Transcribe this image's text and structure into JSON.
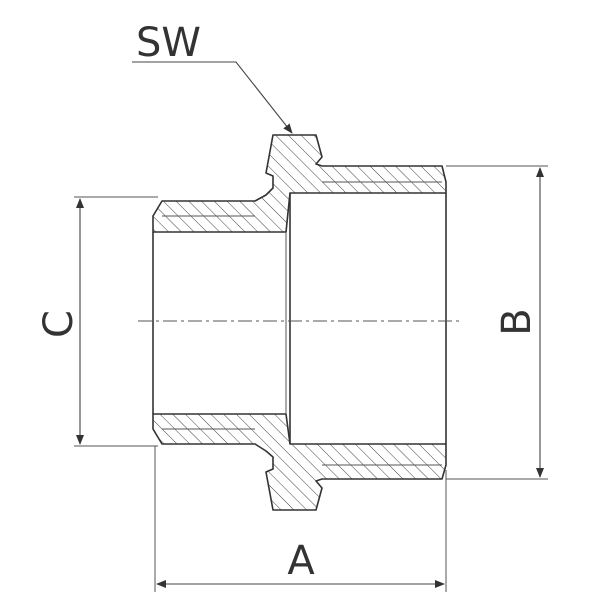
{
  "labels": {
    "sw": "SW",
    "a": "A",
    "b": "B",
    "c": "C"
  },
  "colors": {
    "line": "#333333",
    "background": "#ffffff"
  }
}
